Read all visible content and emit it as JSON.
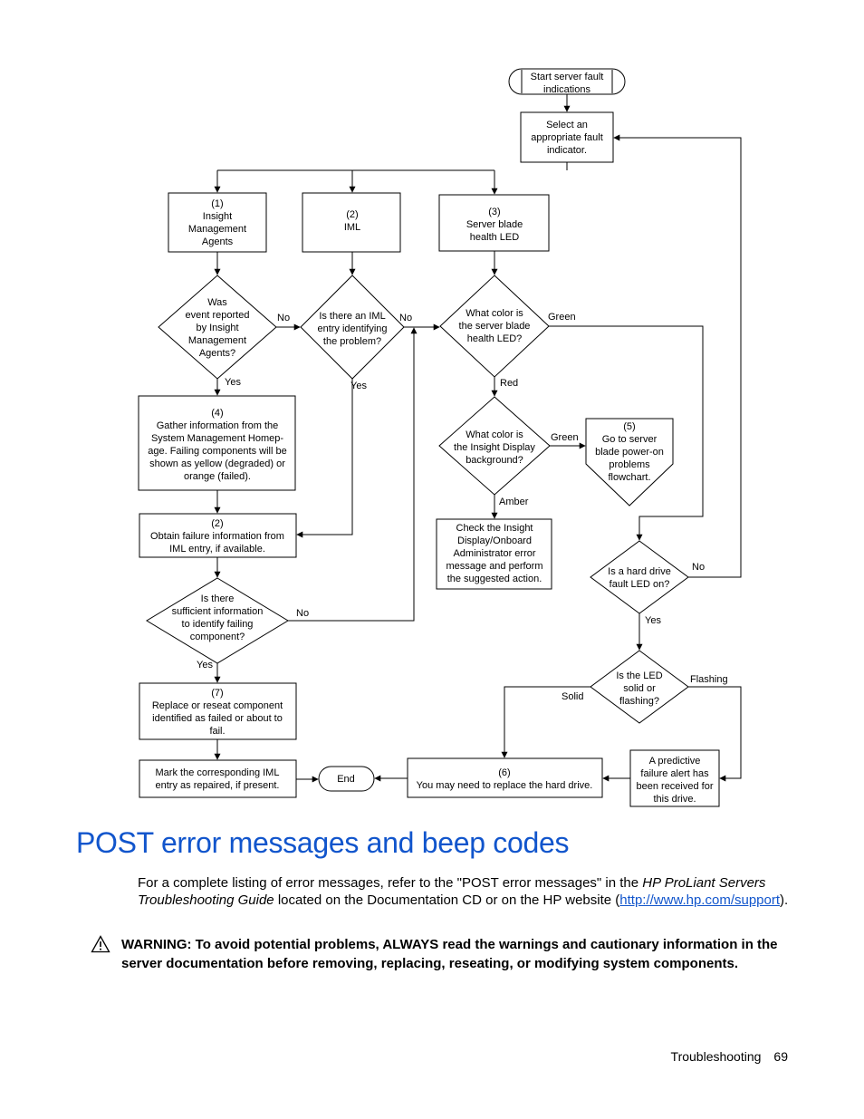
{
  "flowchart": {
    "start": [
      "Start server fault",
      "indications"
    ],
    "select": [
      "Select an",
      "appropriate fault",
      "indicator."
    ],
    "box_ima": [
      "(1)",
      "Insight",
      "Management",
      "Agents"
    ],
    "box_iml": [
      "(2)",
      "IML"
    ],
    "box_blade_led": [
      "(3)",
      "Server blade",
      "health LED"
    ],
    "dec_event": [
      "Was",
      "event reported",
      "by Insight",
      "Management",
      "Agents?"
    ],
    "dec_iml": [
      "Is there an IML",
      "entry identifying",
      "the problem?"
    ],
    "dec_led_color": [
      "What color is",
      "the server blade",
      "health LED?"
    ],
    "box_gather": [
      "(4)",
      "Gather information from the",
      "System Management Homep-",
      "age. Failing components will be",
      "shown as yellow (degraded) or",
      "orange (failed)."
    ],
    "box_obtain": [
      "(2)",
      "Obtain failure information from",
      "IML entry, if available."
    ],
    "dec_display": [
      "What color is",
      "the Insight Display",
      "background?"
    ],
    "box_power": [
      "(5)",
      "Go to server",
      "blade power-on",
      "problems",
      "flowchart."
    ],
    "box_check": [
      "Check the Insight",
      "Display/Onboard",
      "Administrator error",
      "message and perform",
      "the suggested action."
    ],
    "dec_sufficient": [
      "Is there",
      "sufficient information",
      "to identify failing",
      "component?"
    ],
    "dec_hd_fault": [
      "Is a hard drive",
      "fault LED on?"
    ],
    "box_replace": [
      "(7)",
      "Replace or reseat component",
      "identified as failed or about to",
      "fail."
    ],
    "dec_solid": [
      "Is the LED",
      "solid or",
      "flashing?"
    ],
    "box_mark": [
      "Mark the corresponding IML",
      "entry as repaired, if present."
    ],
    "end": "End",
    "box_replace_hd": [
      "(6)",
      "You may need to replace the hard drive."
    ],
    "box_predictive": [
      "A predictive",
      "failure alert has",
      "been received for",
      "this drive."
    ],
    "labels": {
      "no_event": "No",
      "yes_event": "Yes",
      "no_iml": "No",
      "yes_iml": "Yes",
      "green_led": "Green",
      "red_led": "Red",
      "green_display": "Green",
      "amber_display": "Amber",
      "no_sufficient": "No",
      "yes_sufficient": "Yes",
      "no_hd": "No",
      "yes_hd": "Yes",
      "solid": "Solid",
      "flashing": "Flashing"
    }
  },
  "section": {
    "title": "POST error messages and beep codes",
    "para_1": "For a complete listing of error messages, refer to the \"POST error messages\" in the ",
    "para_italic": "HP ProLiant Servers Troubleshooting Guide",
    "para_2": " located on the Documentation CD or on the HP website (",
    "link": "http://www.hp.com/support",
    "para_3": ").",
    "warning_text": "WARNING:  To avoid potential problems, ALWAYS read the warnings and cautionary information in the server documentation before removing, replacing, reseating, or modifying system components.",
    "warning_icon": "warning-triangle-icon"
  },
  "footer": {
    "section": "Troubleshooting",
    "page": "69"
  },
  "colors": {
    "heading": "#1155cc",
    "link": "#1155cc"
  }
}
